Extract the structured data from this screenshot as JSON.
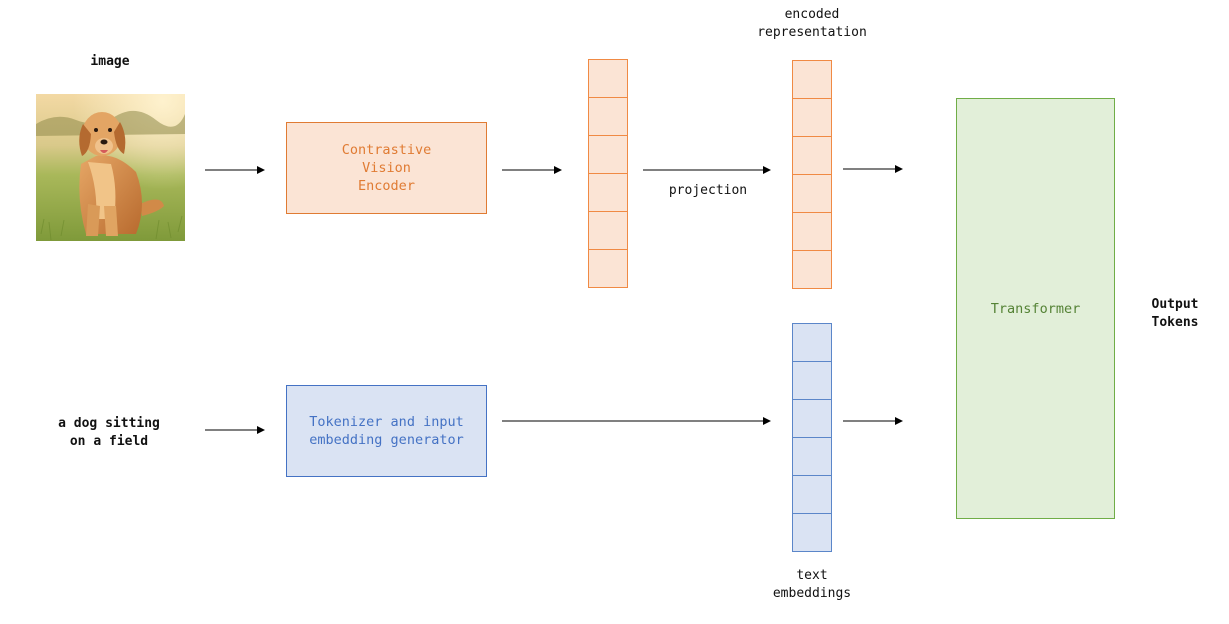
{
  "inputs": {
    "image_label": "image",
    "text_input": "a dog sitting\non a field"
  },
  "image_alt": "golden retriever",
  "boxes": {
    "vision_encoder": "Contrastive\nVision\nEncoder",
    "tokenizer": "Tokenizer and input\nembedding generator",
    "transformer": "Transformer"
  },
  "labels": {
    "projection": "projection",
    "encoded_representation": "encoded\nrepresentation",
    "text_embeddings": "text\nembeddings",
    "output_tokens": "Output\nTokens"
  },
  "colors": {
    "orange": "#e07b33",
    "blue": "#4472c4",
    "green": "#70ad47"
  }
}
